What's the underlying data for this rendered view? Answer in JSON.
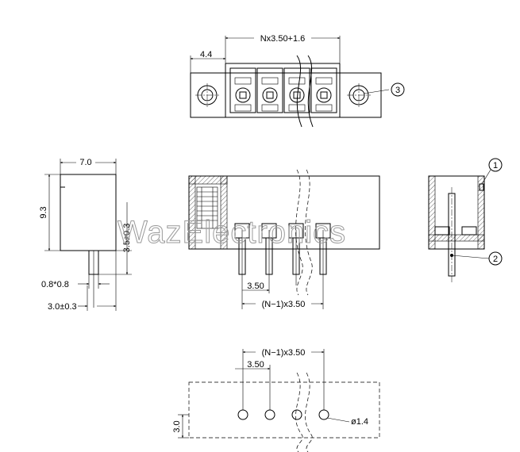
{
  "watermark": "WazElectronics",
  "top_view": {
    "overall_dim": "Nx3.50+1.6",
    "flange_dim": "4.4",
    "callout_3": "3"
  },
  "side_view": {
    "width_dim": "7.0",
    "height_dim": "9.3",
    "pin_height_dim": "3.5±0.3",
    "pin_size_dim": "0.8*0.8",
    "pin_offset_dim": "3.0±0.3"
  },
  "front_view": {
    "pitch_dim": "3.50",
    "span_dim": "(N−1)x3.50"
  },
  "end_view": {
    "callout_1": "1",
    "callout_2": "2"
  },
  "footprint": {
    "span_dim": "(N−1)x3.50",
    "pitch_dim": "3.50",
    "row_dim": "3.0",
    "hole_dim": "ø1.4"
  }
}
